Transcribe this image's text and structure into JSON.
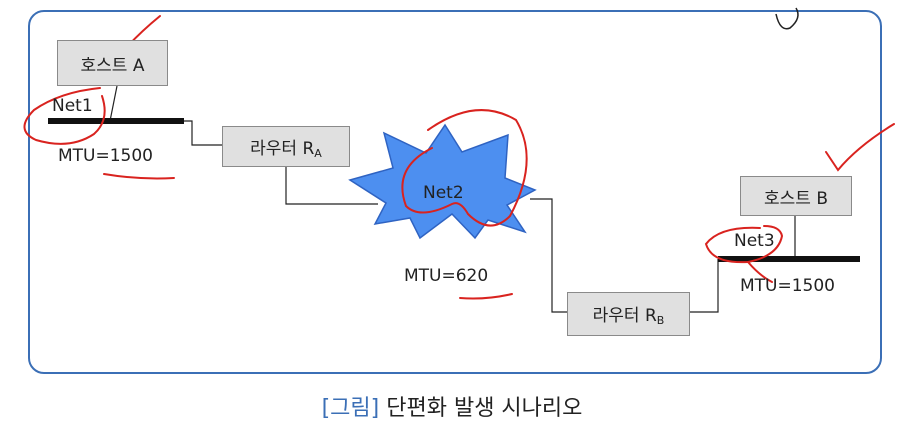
{
  "diagram": {
    "hosts": {
      "a": "호스트 A",
      "b": "호스트 B"
    },
    "routers": {
      "a": {
        "label": "라우터 R",
        "subscript": "A"
      },
      "b": {
        "label": "라우터 R",
        "subscript": "B"
      }
    },
    "networks": {
      "net1": {
        "name": "Net1",
        "mtu": "MTU=1500"
      },
      "net2": {
        "name": "Net2",
        "mtu": "MTU=620"
      },
      "net3": {
        "name": "Net3",
        "mtu": "MTU=1500"
      }
    }
  },
  "caption": {
    "bracket": "[그림]",
    "text": " 단편화 발생 시나리오"
  },
  "colors": {
    "frame": "#3b6fb6",
    "cloud": "#4d8ff0",
    "annotation": "#d9231f"
  }
}
